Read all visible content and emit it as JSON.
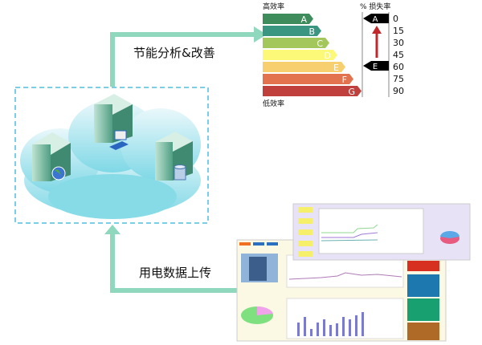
{
  "flow": {
    "top_label": "节能分析&改善",
    "bottom_label": "用电数据上传",
    "arrow_color": "#8fd8bd"
  },
  "cloud": {
    "servers": [
      {
        "badge": "globe-icon"
      },
      {
        "badge": "computer-icon"
      },
      {
        "badge": "database-icon"
      }
    ]
  },
  "efficiency": {
    "high_label": "高效率",
    "low_label": "低效率",
    "loss_label": "% 损失率",
    "grades": [
      {
        "letter": "A",
        "color": "#3e8c5c"
      },
      {
        "letter": "B",
        "color": "#3a9680"
      },
      {
        "letter": "C",
        "color": "#a3c75a"
      },
      {
        "letter": "D",
        "color": "#fbf977"
      },
      {
        "letter": "E",
        "color": "#f8cf6e"
      },
      {
        "letter": "F",
        "color": "#e3734f"
      },
      {
        "letter": "G",
        "color": "#c0403e"
      }
    ],
    "loss_values": [
      "0",
      "15",
      "30",
      "45",
      "60",
      "75",
      "90"
    ],
    "current_tag": "E",
    "target_tag": "A"
  }
}
